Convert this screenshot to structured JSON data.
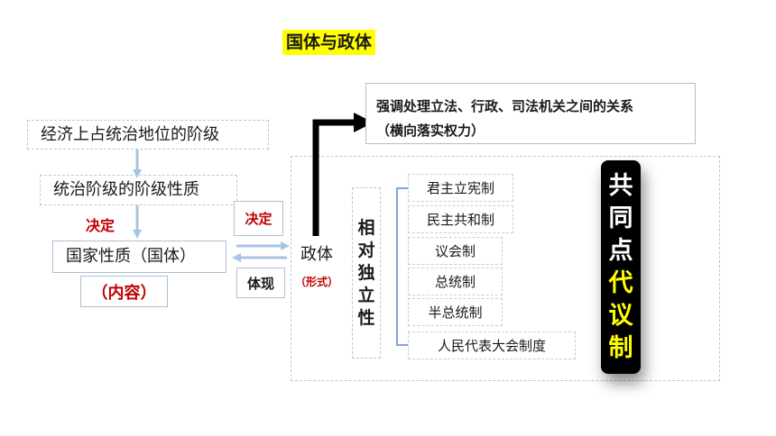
{
  "title": "国体与政体",
  "left": {
    "economic_class": "经济上占统治地位的阶级",
    "class_nature": "统治阶级的阶级性质",
    "decides_1": "决定",
    "state_nature": "国家性质（国体）",
    "content": "（内容）"
  },
  "middle": {
    "decides_2": "决定",
    "embodies": "体现",
    "government": "政体",
    "form": "（形式）"
  },
  "top_right": {
    "line1": "强调处理立法、行政、司法机关之间的关系",
    "line2": "（横向落实权力）"
  },
  "relative_independence": [
    "相",
    "对",
    "独",
    "立",
    "性"
  ],
  "systems": [
    "君主立宪制",
    "民主共和制",
    "议会制",
    "总统制",
    "半总统制",
    "人民代表大会制度"
  ],
  "common_point": {
    "part1": [
      "共",
      "同",
      "点"
    ],
    "part2": [
      "代",
      "议",
      "制"
    ]
  },
  "colors": {
    "highlight": "#ffff00",
    "red_text": "#c00000",
    "arrow_blue": "#a8c4e3",
    "bracket_blue": "#7ea7d8"
  }
}
